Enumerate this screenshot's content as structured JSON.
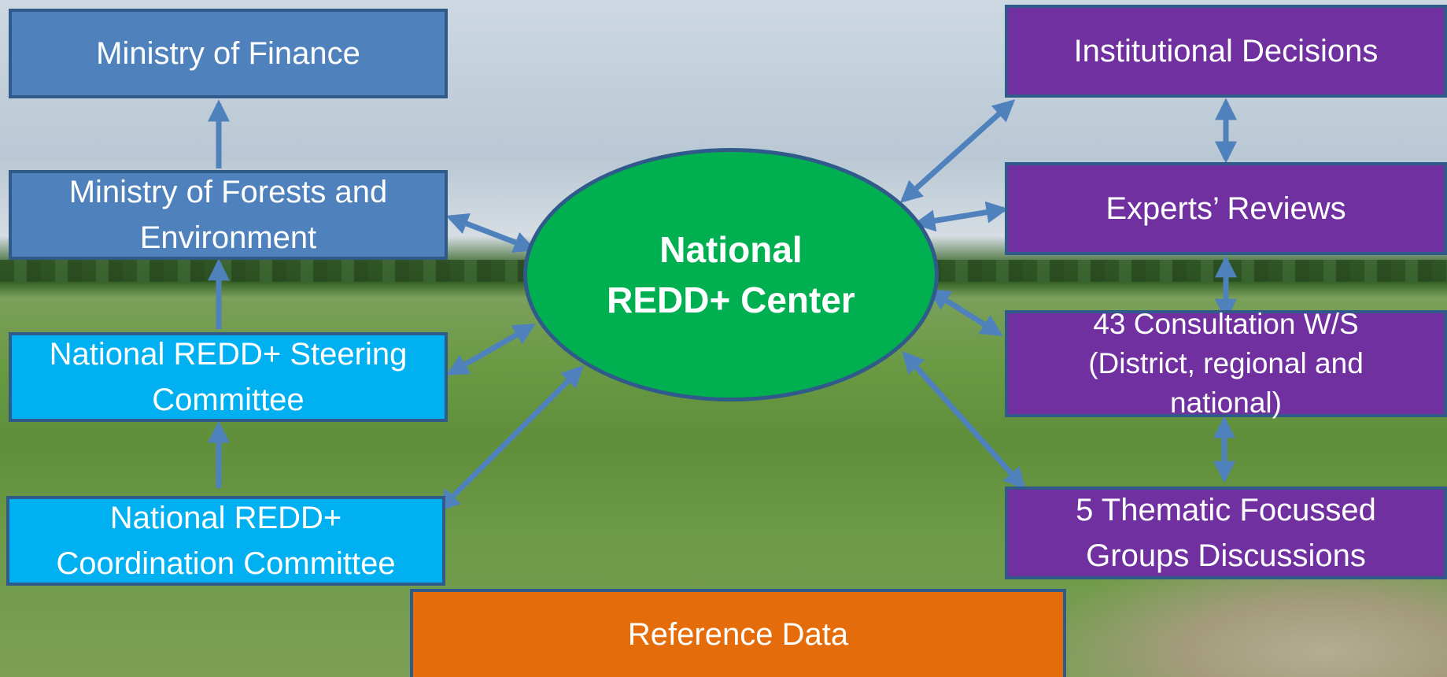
{
  "center": {
    "line1": "National",
    "line2": "REDD+ Center"
  },
  "left_boxes": {
    "finance": "Ministry of Finance",
    "forests": {
      "line1": "Ministry of Forests and",
      "line2": "Environment"
    },
    "steering": {
      "line1": "National REDD+ Steering",
      "line2": "Committee"
    },
    "coordination": {
      "line1": "National REDD+",
      "line2": "Coordination Committee"
    }
  },
  "right_boxes": {
    "institutional": "Institutional Decisions",
    "experts": "Experts’ Reviews",
    "consultation": {
      "line1": "43 Consultation W/S",
      "line2": "(District, regional and",
      "line3": "national)"
    },
    "thematic": {
      "line1": "5 Thematic Focussed",
      "line2": "Groups Discussions"
    }
  },
  "bottom_box": "Reference Data",
  "colors": {
    "left_upper_box": "#4f81bd",
    "left_lower_box": "#00b0f0",
    "right_box": "#7030a0",
    "center": "#00b050",
    "bottom_box": "#e46c0a",
    "arrow": "#4f81bd"
  }
}
